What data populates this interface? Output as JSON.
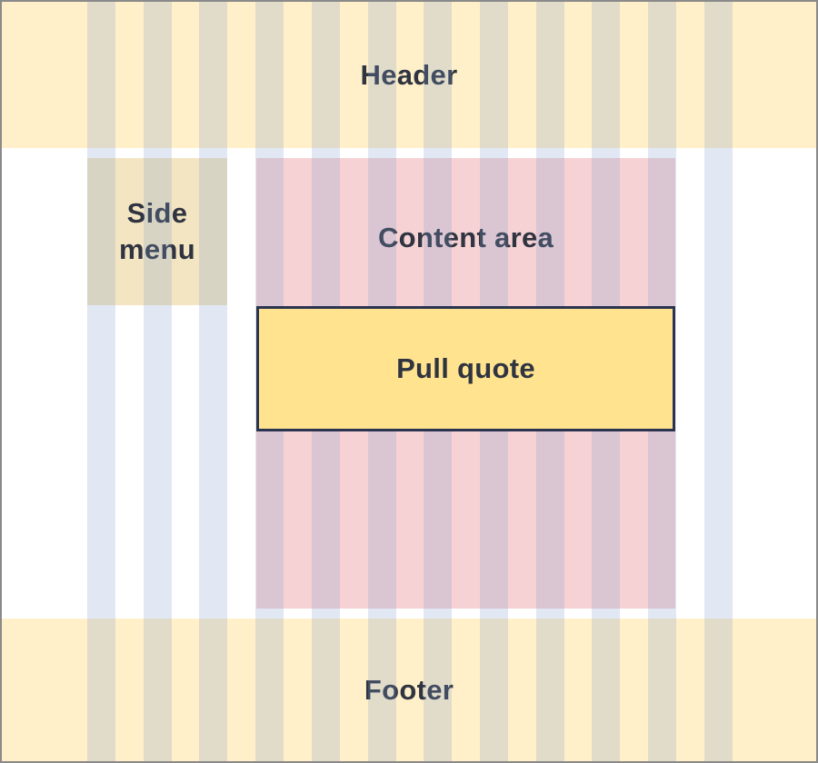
{
  "regions": {
    "header": "Header",
    "side_menu": "Side\nmenu",
    "content_area": "Content area",
    "pull_quote": "Pull quote",
    "footer": "Footer"
  },
  "grid": {
    "columns": 12
  },
  "colors": {
    "header_footer": "#fff0c9",
    "side_menu": "#f4e5c2",
    "content_area": "#f6d2d5",
    "pull_quote": "#ffe38f",
    "pull_quote_border": "#2b3450",
    "grid_column": "#809ecd",
    "text": "#2f3440"
  }
}
